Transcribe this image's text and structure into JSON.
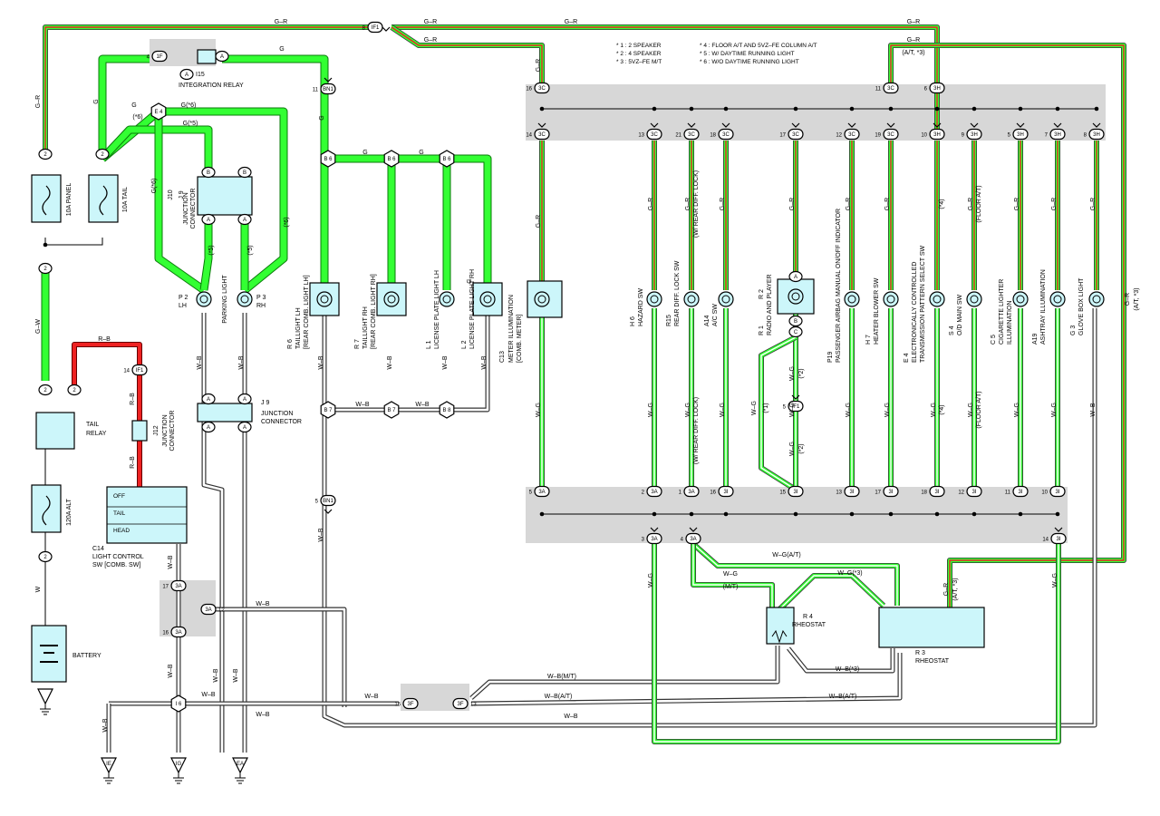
{
  "colors": {
    "green_wire": "#33ff33",
    "green_wire_outline": "#0a7a0a",
    "red_wire": "#ee2222",
    "ground_fill": "#ffffff",
    "component_fill": "#ccf6fa",
    "junction_gray": "#d7d7d7"
  },
  "notes": [
    "* 1 : 2 SPEAKER",
    "* 2 : 4 SPEAKER",
    "* 3 : 5VZ–FE M/T",
    "* 4 : FLOOR A/T AND 5VZ–FE COLUMN A/T",
    "* 5 : W/ DAYTIME RUNNING LIGHT",
    "* 6 : W/O DAYTIME RUNNING LIGHT"
  ],
  "wire_labels": {
    "gr": "G–R",
    "g": "G",
    "gw": "G–W",
    "rb": "R–B",
    "wb": "W–B",
    "wg": "W–G",
    "w": "W",
    "g6": "G(*6)",
    "g5": "G(*5)",
    "p6": "(*6)",
    "p5": "(*5)",
    "p4": "(*4)",
    "p2": "(*2)",
    "p1": "(*1)",
    "at3": "(A/T, *3)",
    "wrear": "(W/ REAR DIFF. LOCK)",
    "floorat": "(FLOOR A/T)",
    "wgat": "W–G(A/T)",
    "wgmt": "(M/T)",
    "wg3": "W–G(*3)",
    "wb3": "W–B(*3)",
    "wbmt": "W–B(M/T)",
    "wbat": "W–B(A/T)"
  },
  "connectors": {
    "if1": "IF1",
    "bn1": "BN1",
    "e4": "E 4",
    "b6": "B 6",
    "b7": "B 7",
    "b8": "B 8",
    "1f": "1F",
    "3c": "3C",
    "3h": "3H",
    "3a": "3A",
    "3i": "3I",
    "3f": "3F",
    "ie": "IE",
    "ig": "IG",
    "ea": "EA",
    "i6": "I 6"
  },
  "components": {
    "relay_label": "I15",
    "relay_name": "INTEGRATION RELAY",
    "fuse_panel": "10A PANEL",
    "fuse_tail": "10A TAIL",
    "fuse_alt": "120A ALT",
    "tail_relay": [
      "TAIL",
      "RELAY"
    ],
    "battery": "BATTERY",
    "j10": "J10",
    "j9": "J 9",
    "junction_connector": [
      "JUNCTION",
      "CONNECTOR"
    ],
    "j12": "J12",
    "light_sw_id": "C14",
    "light_sw": [
      "LIGHT CONTROL",
      "SW [COMB. SW]"
    ],
    "sw_positions": [
      "OFF",
      "TAIL",
      "HEAD"
    ],
    "p2": [
      "P 2",
      "LH"
    ],
    "p3": [
      "P 3",
      "RH"
    ],
    "parking": "PARKING LIGHT",
    "r6": [
      "R 6",
      "TAILLIGHT LH",
      "[REAR COMB. LIGHT LH]"
    ],
    "r7": [
      "R 7",
      "TAILLIGHT RH",
      "[REAR COMB. LIGHT RH]"
    ],
    "l1": [
      "L 1",
      "LICENSE PLATE LIGHT LH"
    ],
    "l2": [
      "L 2",
      "LICENSE PLATE LIGHT RH"
    ],
    "c13": [
      "C13",
      "METER ILLUMINATION",
      "[COMB. METER]"
    ],
    "h6": [
      "H 6",
      "HAZARD SW"
    ],
    "r15": [
      "R15",
      "REAR DIFF. LOCK SW"
    ],
    "a14": [
      "A14",
      "A/C SW"
    ],
    "radio": [
      "R 1",
      "R 2",
      "RADIO AND PLAYER"
    ],
    "p19": [
      "P19",
      "PASSENGER AIRBAG MANUAL ON/OFF INDICATOR"
    ],
    "h7": [
      "H 7",
      "HEATER BLOWER SW"
    ],
    "e4c": [
      "E 4",
      "ELECTRONICALLY CONTROLLED",
      "TRANSMISSION PATTERN SELECT SW"
    ],
    "s4": [
      "S 4",
      "O/D MAIN SW"
    ],
    "c5": [
      "C 5",
      "CIGARETTE LIGHTER",
      "ILLUMINATION"
    ],
    "a19": [
      "A19",
      "ASHTRAY ILLUMINATION"
    ],
    "g3": [
      "G 3",
      "GLOVE BOX LIGHT"
    ],
    "r4": [
      "R 4",
      "RHEOSTAT"
    ],
    "r3": [
      "R 3",
      "RHEOSTAT"
    ]
  }
}
